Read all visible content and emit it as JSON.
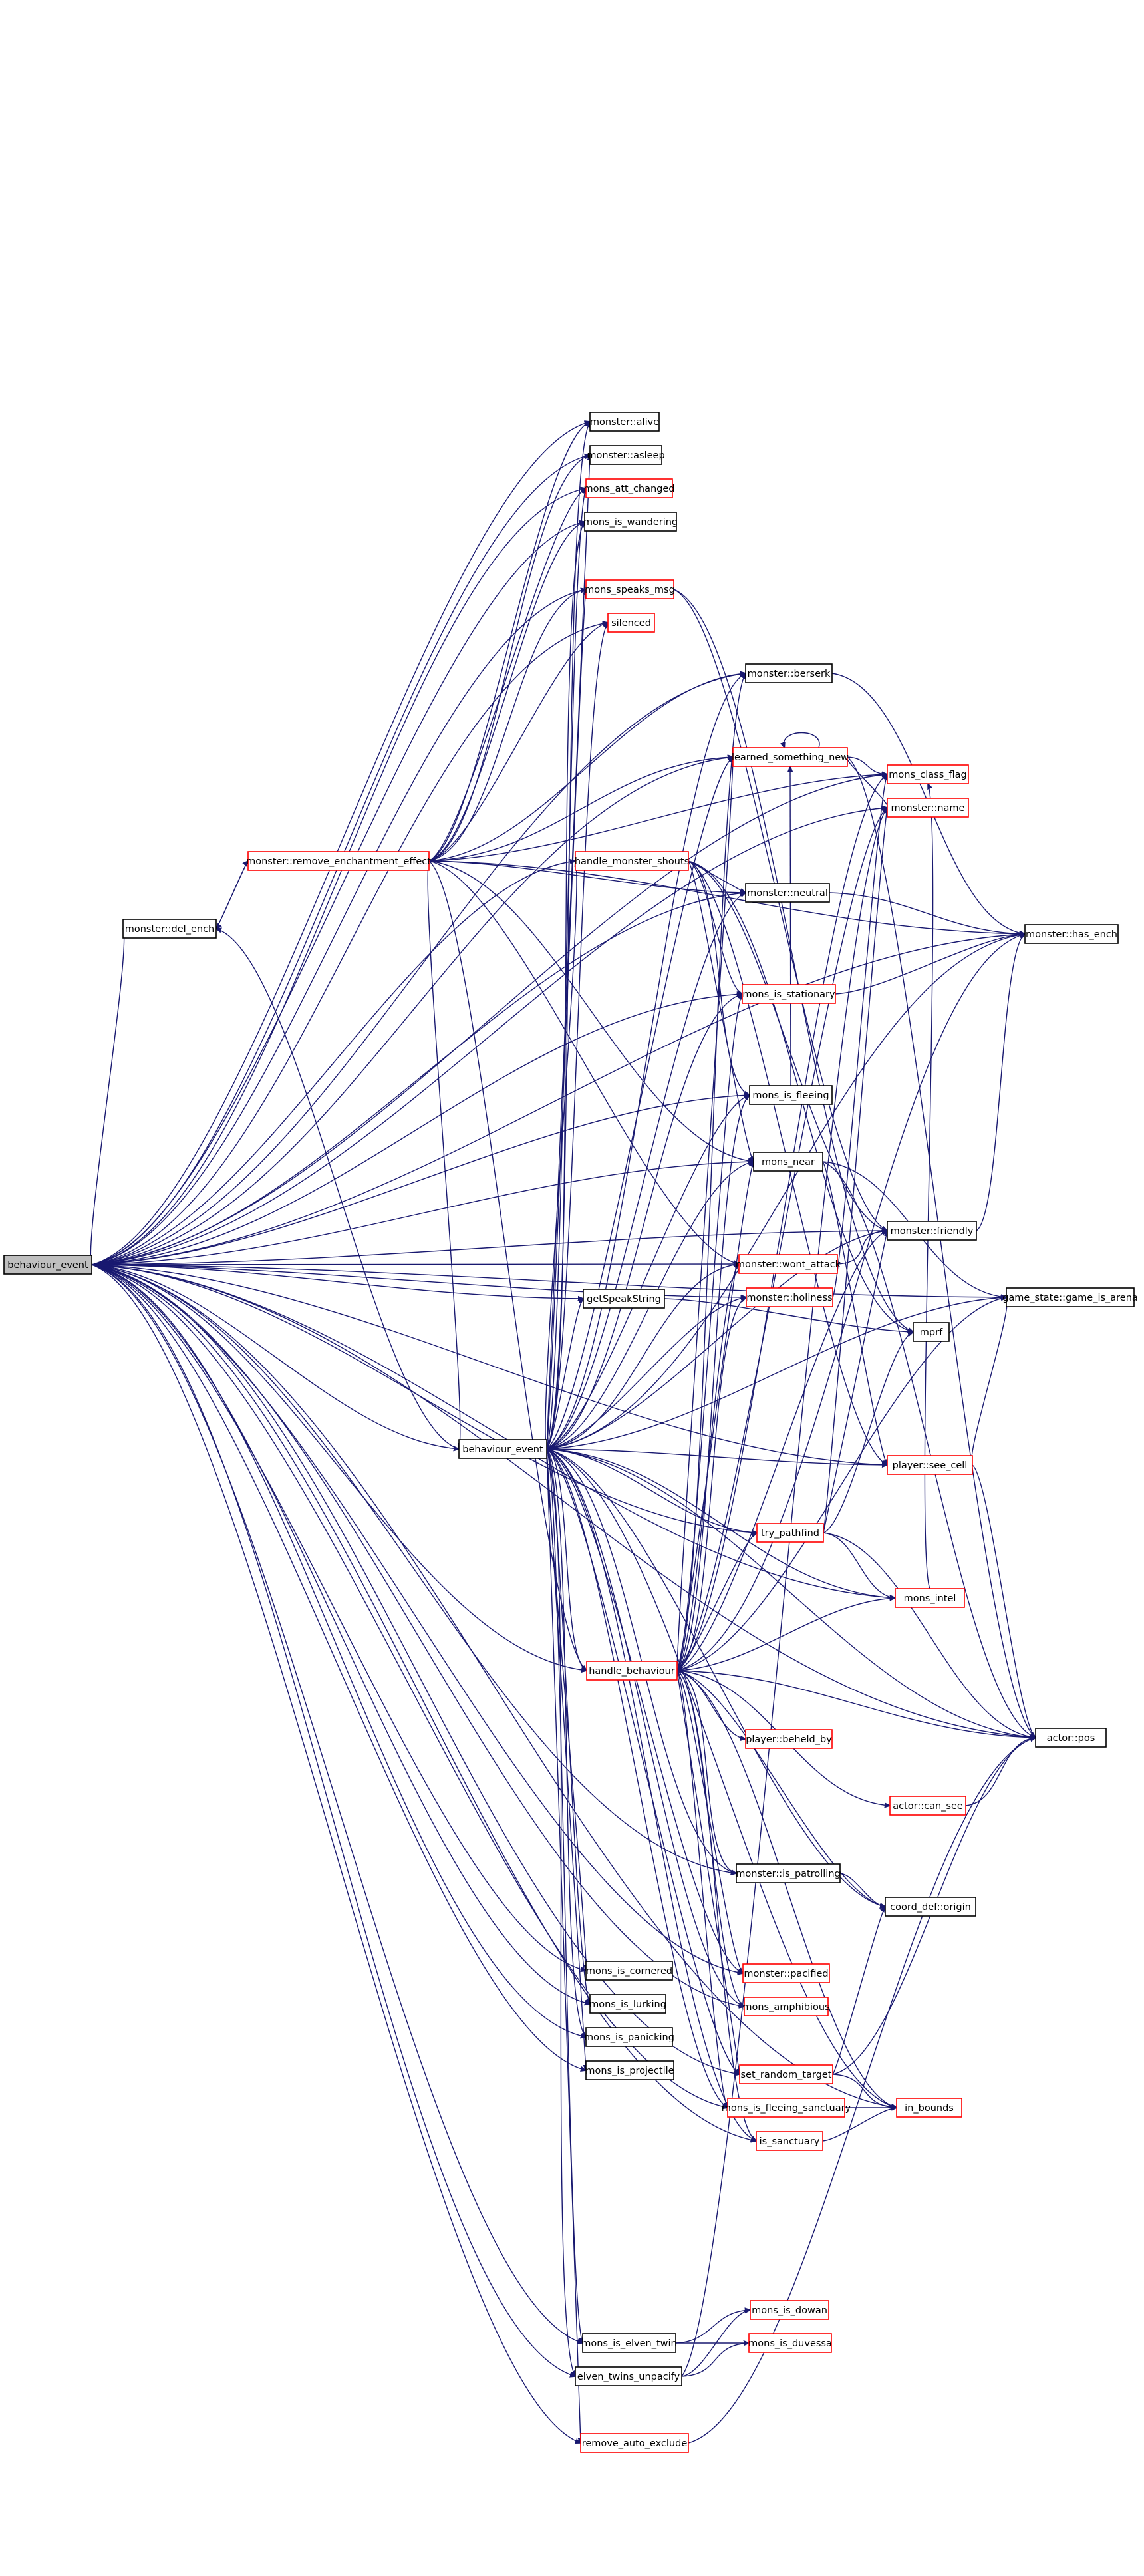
{
  "colors": {
    "edge": "#191970",
    "node_border_black": "#000000",
    "node_border_red": "#ff0000",
    "root_fill": "#bfbfbf",
    "node_fill": "#ffffff"
  },
  "nodes": [
    {
      "id": "behaviour_event_root",
      "label": "behaviour_event",
      "border": "black",
      "fill": "root"
    },
    {
      "id": "monster_del_ench",
      "label": "monster::del_ench",
      "border": "black"
    },
    {
      "id": "monster_remove_enchantment_effect",
      "label": "monster::remove_enchantment_effect",
      "border": "red"
    },
    {
      "id": "behaviour_event_mid",
      "label": "behaviour_event",
      "border": "black"
    },
    {
      "id": "getSpeakString",
      "label": "getSpeakString",
      "border": "black"
    },
    {
      "id": "monster_alive",
      "label": "monster::alive",
      "border": "black"
    },
    {
      "id": "monster_asleep",
      "label": "monster::asleep",
      "border": "black"
    },
    {
      "id": "mons_att_changed",
      "label": "mons_att_changed",
      "border": "red"
    },
    {
      "id": "mons_is_wandering",
      "label": "mons_is_wandering",
      "border": "black"
    },
    {
      "id": "mons_speaks_msg",
      "label": "mons_speaks_msg",
      "border": "red"
    },
    {
      "id": "silenced",
      "label": "silenced",
      "border": "red"
    },
    {
      "id": "handle_monster_shouts",
      "label": "handle_monster_shouts",
      "border": "red"
    },
    {
      "id": "handle_behaviour",
      "label": "handle_behaviour",
      "border": "red"
    },
    {
      "id": "mons_is_cornered",
      "label": "mons_is_cornered",
      "border": "black"
    },
    {
      "id": "mons_is_lurking",
      "label": "mons_is_lurking",
      "border": "black"
    },
    {
      "id": "mons_is_panicking",
      "label": "mons_is_panicking",
      "border": "black"
    },
    {
      "id": "mons_is_projectile",
      "label": "mons_is_projectile",
      "border": "black"
    },
    {
      "id": "mons_is_elven_twin",
      "label": "mons_is_elven_twin",
      "border": "black"
    },
    {
      "id": "elven_twins_unpacify",
      "label": "elven_twins_unpacify",
      "border": "black"
    },
    {
      "id": "remove_auto_exclude",
      "label": "remove_auto_exclude",
      "border": "red"
    },
    {
      "id": "monster_berserk",
      "label": "monster::berserk",
      "border": "black"
    },
    {
      "id": "learned_something_new",
      "label": "learned_something_new",
      "border": "red"
    },
    {
      "id": "monster_neutral",
      "label": "monster::neutral",
      "border": "black"
    },
    {
      "id": "mons_is_stationary",
      "label": "mons_is_stationary",
      "border": "red"
    },
    {
      "id": "mons_is_fleeing",
      "label": "mons_is_fleeing",
      "border": "black"
    },
    {
      "id": "mons_near",
      "label": "mons_near",
      "border": "black"
    },
    {
      "id": "monster_wont_attack",
      "label": "monster::wont_attack",
      "border": "red"
    },
    {
      "id": "monster_holiness",
      "label": "monster::holiness",
      "border": "red"
    },
    {
      "id": "try_pathfind",
      "label": "try_pathfind",
      "border": "red"
    },
    {
      "id": "player_beheld_by",
      "label": "player::beheld_by",
      "border": "red"
    },
    {
      "id": "monster_is_patrolling",
      "label": "monster::is_patrolling",
      "border": "black"
    },
    {
      "id": "monster_pacified",
      "label": "monster::pacified",
      "border": "red"
    },
    {
      "id": "mons_amphibious",
      "label": "mons_amphibious",
      "border": "red"
    },
    {
      "id": "set_random_target",
      "label": "set_random_target",
      "border": "red"
    },
    {
      "id": "mons_is_fleeing_sanctuary",
      "label": "mons_is_fleeing_sanctuary",
      "border": "red"
    },
    {
      "id": "is_sanctuary",
      "label": "is_sanctuary",
      "border": "red"
    },
    {
      "id": "mons_is_dowan",
      "label": "mons_is_dowan",
      "border": "red"
    },
    {
      "id": "mons_is_duvessa",
      "label": "mons_is_duvessa",
      "border": "red"
    },
    {
      "id": "mons_class_flag",
      "label": "mons_class_flag",
      "border": "red"
    },
    {
      "id": "monster_name",
      "label": "monster::name",
      "border": "red"
    },
    {
      "id": "monster_friendly",
      "label": "monster::friendly",
      "border": "black"
    },
    {
      "id": "mprf",
      "label": "mprf",
      "border": "black"
    },
    {
      "id": "player_see_cell",
      "label": "player::see_cell",
      "border": "red"
    },
    {
      "id": "mons_intel",
      "label": "mons_intel",
      "border": "red"
    },
    {
      "id": "actor_can_see",
      "label": "actor::can_see",
      "border": "red"
    },
    {
      "id": "coord_def_origin",
      "label": "coord_def::origin",
      "border": "black"
    },
    {
      "id": "in_bounds",
      "label": "in_bounds",
      "border": "red"
    },
    {
      "id": "monster_has_ench",
      "label": "monster::has_ench",
      "border": "black"
    },
    {
      "id": "game_state_game_is_arena",
      "label": "game_state::game_is_arena",
      "border": "black"
    },
    {
      "id": "actor_pos",
      "label": "actor::pos",
      "border": "black"
    }
  ],
  "edges": [
    [
      "behaviour_event_root",
      "monster_del_ench"
    ],
    [
      "behaviour_event_root",
      "behaviour_event_mid"
    ],
    [
      "behaviour_event_root",
      "getSpeakString"
    ],
    [
      "behaviour_event_root",
      "monster_alive"
    ],
    [
      "behaviour_event_root",
      "monster_asleep"
    ],
    [
      "behaviour_event_root",
      "mons_att_changed"
    ],
    [
      "behaviour_event_root",
      "mons_is_wandering"
    ],
    [
      "behaviour_event_root",
      "mons_speaks_msg"
    ],
    [
      "behaviour_event_root",
      "silenced"
    ],
    [
      "behaviour_event_root",
      "handle_monster_shouts"
    ],
    [
      "behaviour_event_root",
      "handle_behaviour"
    ],
    [
      "behaviour_event_root",
      "mons_is_cornered"
    ],
    [
      "behaviour_event_root",
      "mons_is_lurking"
    ],
    [
      "behaviour_event_root",
      "mons_is_panicking"
    ],
    [
      "behaviour_event_root",
      "mons_is_projectile"
    ],
    [
      "behaviour_event_root",
      "mons_is_elven_twin"
    ],
    [
      "behaviour_event_root",
      "elven_twins_unpacify"
    ],
    [
      "behaviour_event_root",
      "remove_auto_exclude"
    ],
    [
      "behaviour_event_root",
      "monster_berserk"
    ],
    [
      "behaviour_event_root",
      "learned_something_new"
    ],
    [
      "behaviour_event_root",
      "monster_neutral"
    ],
    [
      "behaviour_event_root",
      "mons_is_stationary"
    ],
    [
      "behaviour_event_root",
      "mons_is_fleeing"
    ],
    [
      "behaviour_event_root",
      "mons_near"
    ],
    [
      "behaviour_event_root",
      "monster_wont_attack"
    ],
    [
      "behaviour_event_root",
      "monster_holiness"
    ],
    [
      "behaviour_event_root",
      "try_pathfind"
    ],
    [
      "behaviour_event_root",
      "monster_is_patrolling"
    ],
    [
      "behaviour_event_root",
      "monster_pacified"
    ],
    [
      "behaviour_event_root",
      "mons_amphibious"
    ],
    [
      "behaviour_event_root",
      "set_random_target"
    ],
    [
      "behaviour_event_root",
      "mons_is_fleeing_sanctuary"
    ],
    [
      "behaviour_event_root",
      "is_sanctuary"
    ],
    [
      "behaviour_event_root",
      "mons_class_flag"
    ],
    [
      "behaviour_event_root",
      "monster_name"
    ],
    [
      "behaviour_event_root",
      "monster_friendly"
    ],
    [
      "behaviour_event_root",
      "player_see_cell"
    ],
    [
      "behaviour_event_root",
      "mons_intel"
    ],
    [
      "behaviour_event_root",
      "in_bounds"
    ],
    [
      "behaviour_event_root",
      "monster_has_ench"
    ],
    [
      "behaviour_event_root",
      "game_state_game_is_arena"
    ],
    [
      "behaviour_event_root",
      "actor_pos"
    ],
    [
      "monster_del_ench",
      "monster_remove_enchantment_effect"
    ],
    [
      "monster_remove_enchantment_effect",
      "monster_del_ench"
    ],
    [
      "monster_remove_enchantment_effect",
      "behaviour_event_mid"
    ],
    [
      "monster_remove_enchantment_effect",
      "monster_alive"
    ],
    [
      "monster_remove_enchantment_effect",
      "monster_asleep"
    ],
    [
      "monster_remove_enchantment_effect",
      "mons_att_changed"
    ],
    [
      "monster_remove_enchantment_effect",
      "mons_is_wandering"
    ],
    [
      "monster_remove_enchantment_effect",
      "mons_speaks_msg"
    ],
    [
      "monster_remove_enchantment_effect",
      "silenced"
    ],
    [
      "monster_remove_enchantment_effect",
      "monster_berserk"
    ],
    [
      "monster_remove_enchantment_effect",
      "learned_something_new"
    ],
    [
      "monster_remove_enchantment_effect",
      "monster_neutral"
    ],
    [
      "monster_remove_enchantment_effect",
      "mons_near"
    ],
    [
      "monster_remove_enchantment_effect",
      "monster_wont_attack"
    ],
    [
      "monster_remove_enchantment_effect",
      "handle_behaviour"
    ],
    [
      "monster_remove_enchantment_effect",
      "monster_has_ench"
    ],
    [
      "monster_remove_enchantment_effect",
      "mons_class_flag"
    ],
    [
      "behaviour_event_mid",
      "monster_del_ench"
    ],
    [
      "behaviour_event_mid",
      "monster_alive"
    ],
    [
      "behaviour_event_mid",
      "monster_asleep"
    ],
    [
      "behaviour_event_mid",
      "mons_att_changed"
    ],
    [
      "behaviour_event_mid",
      "mons_is_wandering"
    ],
    [
      "behaviour_event_mid",
      "mons_speaks_msg"
    ],
    [
      "behaviour_event_mid",
      "silenced"
    ],
    [
      "behaviour_event_mid",
      "handle_monster_shouts"
    ],
    [
      "behaviour_event_mid",
      "getSpeakString"
    ],
    [
      "behaviour_event_mid",
      "handle_behaviour"
    ],
    [
      "behaviour_event_mid",
      "mons_is_cornered"
    ],
    [
      "behaviour_event_mid",
      "mons_is_lurking"
    ],
    [
      "behaviour_event_mid",
      "mons_is_panicking"
    ],
    [
      "behaviour_event_mid",
      "mons_is_projectile"
    ],
    [
      "behaviour_event_mid",
      "mons_is_elven_twin"
    ],
    [
      "behaviour_event_mid",
      "elven_twins_unpacify"
    ],
    [
      "behaviour_event_mid",
      "remove_auto_exclude"
    ],
    [
      "behaviour_event_mid",
      "monster_berserk"
    ],
    [
      "behaviour_event_mid",
      "learned_something_new"
    ],
    [
      "behaviour_event_mid",
      "monster_neutral"
    ],
    [
      "behaviour_event_mid",
      "mons_is_stationary"
    ],
    [
      "behaviour_event_mid",
      "mons_is_fleeing"
    ],
    [
      "behaviour_event_mid",
      "mons_near"
    ],
    [
      "behaviour_event_mid",
      "monster_wont_attack"
    ],
    [
      "behaviour_event_mid",
      "monster_holiness"
    ],
    [
      "behaviour_event_mid",
      "try_pathfind"
    ],
    [
      "behaviour_event_mid",
      "monster_is_patrolling"
    ],
    [
      "behaviour_event_mid",
      "monster_pacified"
    ],
    [
      "behaviour_event_mid",
      "mons_amphibious"
    ],
    [
      "behaviour_event_mid",
      "set_random_target"
    ],
    [
      "behaviour_event_mid",
      "mons_is_fleeing_sanctuary"
    ],
    [
      "behaviour_event_mid",
      "is_sanctuary"
    ],
    [
      "behaviour_event_mid",
      "monster_friendly"
    ],
    [
      "behaviour_event_mid",
      "player_see_cell"
    ],
    [
      "behaviour_event_mid",
      "mons_intel"
    ],
    [
      "behaviour_event_mid",
      "coord_def_origin"
    ],
    [
      "behaviour_event_mid",
      "in_bounds"
    ],
    [
      "behaviour_event_mid",
      "monster_has_ench"
    ],
    [
      "behaviour_event_mid",
      "game_state_game_is_arena"
    ],
    [
      "behaviour_event_mid",
      "actor_pos"
    ],
    [
      "getSpeakString",
      "mprf"
    ],
    [
      "mons_speaks_msg",
      "monster_friendly"
    ],
    [
      "mons_speaks_msg",
      "mprf"
    ],
    [
      "handle_monster_shouts",
      "monster_neutral"
    ],
    [
      "handle_monster_shouts",
      "mons_is_stationary"
    ],
    [
      "handle_monster_shouts",
      "mons_is_fleeing"
    ],
    [
      "handle_monster_shouts",
      "mons_near"
    ],
    [
      "handle_monster_shouts",
      "monster_friendly"
    ],
    [
      "handle_monster_shouts",
      "mprf"
    ],
    [
      "handle_monster_shouts",
      "player_see_cell"
    ],
    [
      "handle_behaviour",
      "monster_berserk"
    ],
    [
      "handle_behaviour",
      "learned_something_new"
    ],
    [
      "handle_behaviour",
      "mons_is_stationary"
    ],
    [
      "handle_behaviour",
      "mons_is_fleeing"
    ],
    [
      "handle_behaviour",
      "mons_near"
    ],
    [
      "handle_behaviour",
      "monster_wont_attack"
    ],
    [
      "handle_behaviour",
      "monster_holiness"
    ],
    [
      "handle_behaviour",
      "try_pathfind"
    ],
    [
      "handle_behaviour",
      "player_beheld_by"
    ],
    [
      "handle_behaviour",
      "monster_is_patrolling"
    ],
    [
      "handle_behaviour",
      "monster_pacified"
    ],
    [
      "handle_behaviour",
      "mons_amphibious"
    ],
    [
      "handle_behaviour",
      "set_random_target"
    ],
    [
      "handle_behaviour",
      "mons_is_fleeing_sanctuary"
    ],
    [
      "handle_behaviour",
      "is_sanctuary"
    ],
    [
      "handle_behaviour",
      "monster_friendly"
    ],
    [
      "handle_behaviour",
      "mons_intel"
    ],
    [
      "handle_behaviour",
      "actor_can_see"
    ],
    [
      "handle_behaviour",
      "coord_def_origin"
    ],
    [
      "handle_behaviour",
      "in_bounds"
    ],
    [
      "handle_behaviour",
      "monster_has_ench"
    ],
    [
      "handle_behaviour",
      "game_state_game_is_arena"
    ],
    [
      "handle_behaviour",
      "actor_pos"
    ],
    [
      "handle_behaviour",
      "monster_name"
    ],
    [
      "handle_behaviour",
      "mons_class_flag"
    ],
    [
      "mons_is_elven_twin",
      "mons_is_dowan"
    ],
    [
      "mons_is_elven_twin",
      "mons_is_duvessa"
    ],
    [
      "elven_twins_unpacify",
      "mons_is_dowan"
    ],
    [
      "elven_twins_unpacify",
      "mons_is_duvessa"
    ],
    [
      "elven_twins_unpacify",
      "monster_name"
    ],
    [
      "remove_auto_exclude",
      "actor_pos"
    ],
    [
      "monster_berserk",
      "monster_has_ench"
    ],
    [
      "learned_something_new",
      "learned_something_new"
    ],
    [
      "learned_something_new",
      "mons_class_flag"
    ],
    [
      "learned_something_new",
      "monster_name"
    ],
    [
      "learned_something_new",
      "actor_pos"
    ],
    [
      "monster_neutral",
      "monster_has_ench"
    ],
    [
      "mons_is_stationary",
      "monster_has_ench"
    ],
    [
      "mons_is_fleeing",
      "learned_something_new"
    ],
    [
      "mons_near",
      "game_state_game_is_arena"
    ],
    [
      "mons_near",
      "player_see_cell"
    ],
    [
      "mons_near",
      "actor_pos"
    ],
    [
      "monster_wont_attack",
      "monster_friendly"
    ],
    [
      "monster_holiness",
      "mons_class_flag"
    ],
    [
      "try_pathfind",
      "mons_intel"
    ],
    [
      "try_pathfind",
      "monster_friendly"
    ],
    [
      "try_pathfind",
      "mprf"
    ],
    [
      "try_pathfind",
      "actor_pos"
    ],
    [
      "try_pathfind",
      "monster_name"
    ],
    [
      "monster_is_patrolling",
      "coord_def_origin"
    ],
    [
      "set_random_target",
      "in_bounds"
    ],
    [
      "set_random_target",
      "coord_def_origin"
    ],
    [
      "set_random_target",
      "actor_pos"
    ],
    [
      "mons_is_fleeing_sanctuary",
      "in_bounds"
    ],
    [
      "is_sanctuary",
      "in_bounds"
    ],
    [
      "monster_friendly",
      "monster_has_ench"
    ],
    [
      "player_see_cell",
      "game_state_game_is_arena"
    ],
    [
      "player_see_cell",
      "actor_pos"
    ],
    [
      "actor_can_see",
      "actor_pos"
    ],
    [
      "mons_intel",
      "mons_class_flag"
    ]
  ]
}
